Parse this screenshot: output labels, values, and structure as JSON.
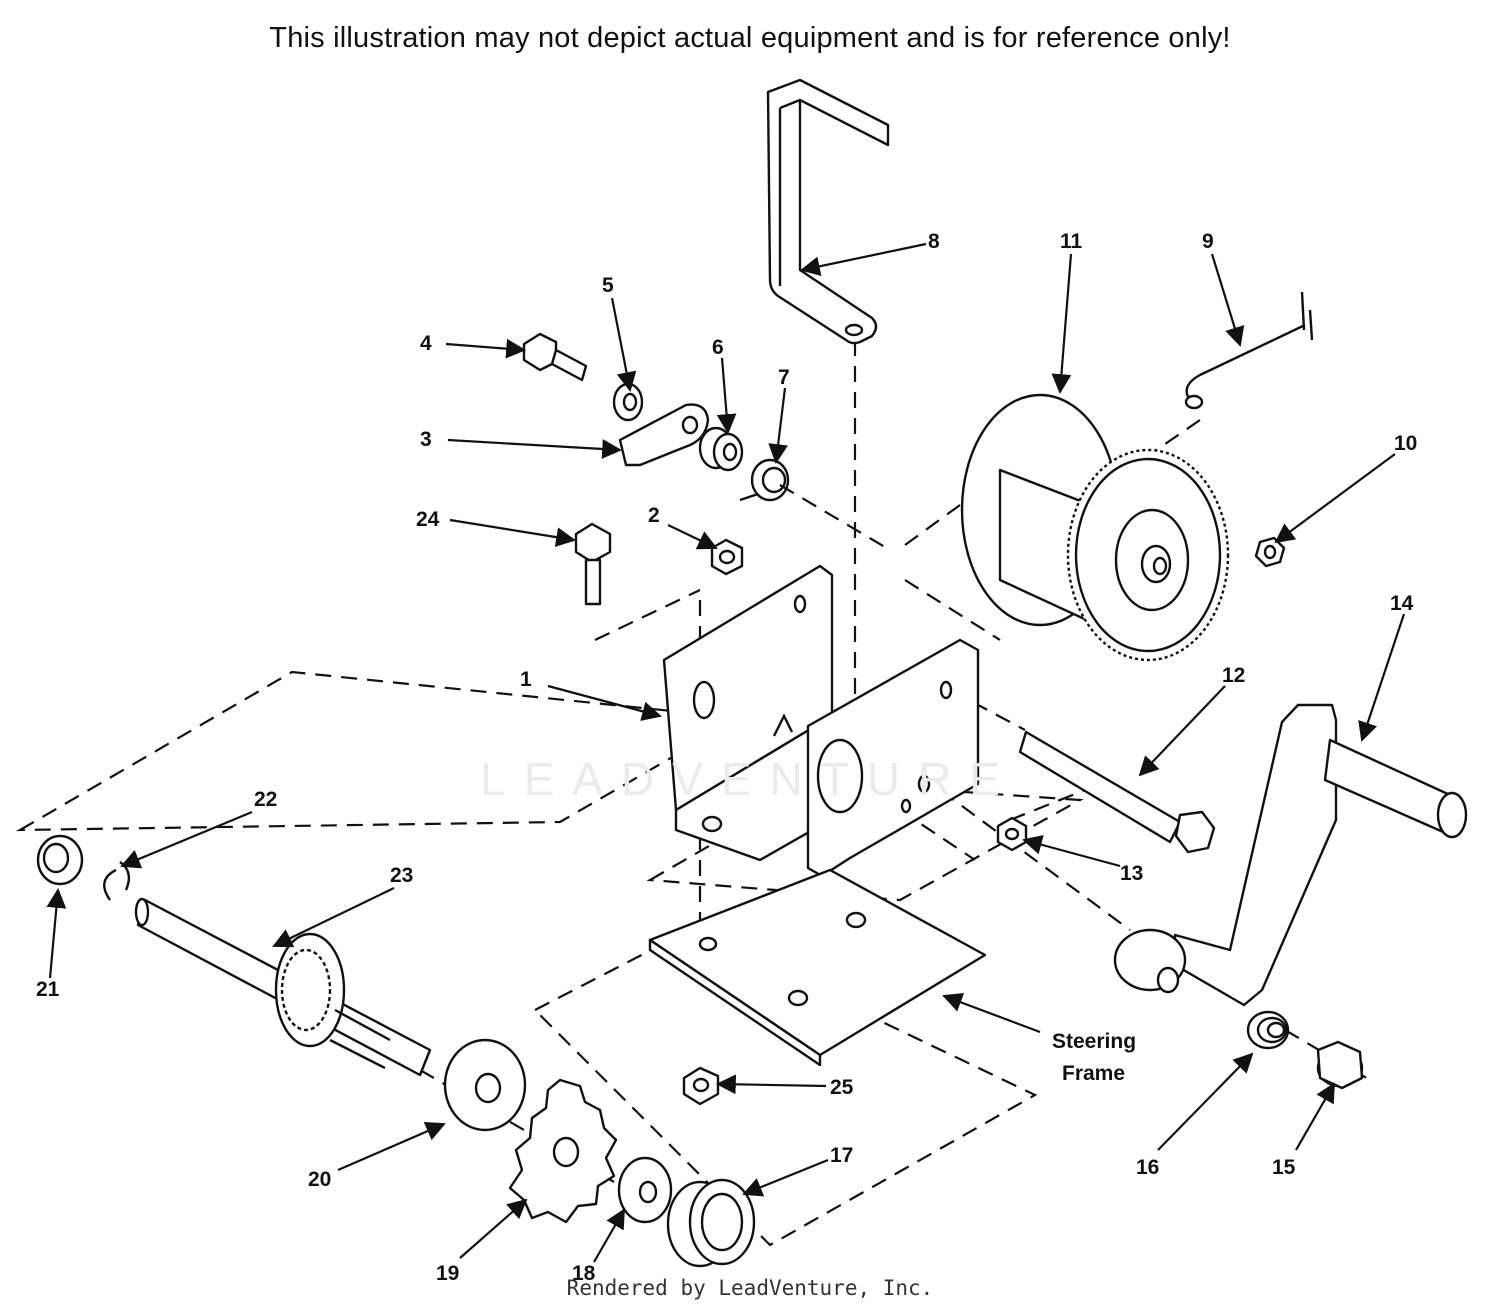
{
  "header": {
    "disclaimer": "This illustration may not depict actual equipment and is for reference only!"
  },
  "footer": {
    "rendered_by": "Rendered by LeadVenture, Inc."
  },
  "watermark": {
    "text": "LEADVENTURE"
  },
  "annotation": {
    "line1": "Steering",
    "line2": "Frame"
  },
  "callouts": [
    "1",
    "2",
    "3",
    "4",
    "5",
    "6",
    "7",
    "8",
    "9",
    "10",
    "11",
    "12",
    "13",
    "14",
    "15",
    "16",
    "17",
    "18",
    "19",
    "20",
    "21",
    "22",
    "23",
    "24",
    "25"
  ]
}
